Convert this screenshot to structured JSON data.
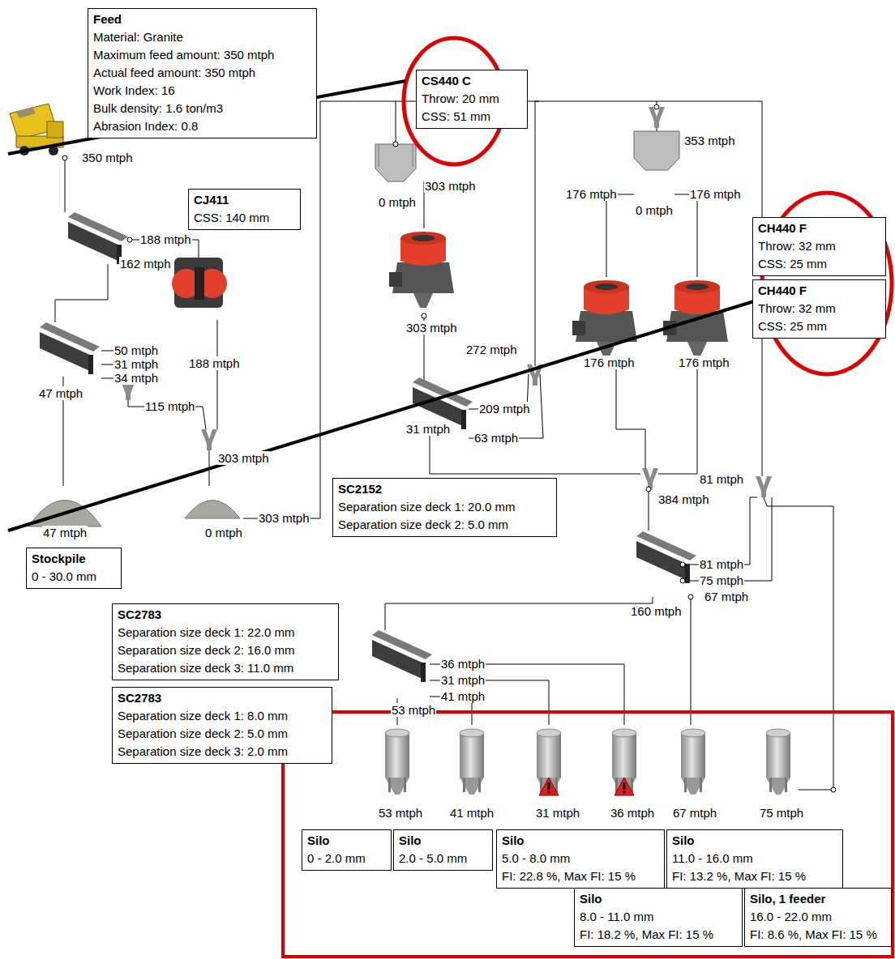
{
  "diagram": {
    "nodes": [
      {
        "text": [
          "Feed",
          "Material: Granite",
          "Maximum feed amount: 350 mtph",
          "Actual feed amount: 350 mtph",
          "Work Index: 16",
          "Bulk density: 1.6 ton/m3",
          "Abrasion Index: 0.8"
        ]
      },
      {
        "text": [
          "CJ411",
          "CSS: 140 mm"
        ]
      },
      {
        "text": [
          "CS440 C",
          "Throw: 20 mm",
          "CSS: 51 mm"
        ]
      },
      {
        "text": [
          "CH440 F",
          "Throw: 32 mm",
          "CSS: 25 mm"
        ]
      },
      {
        "text": [
          "CH440 F",
          "Throw: 32 mm",
          "CSS: 25 mm"
        ]
      },
      {
        "text": [
          "SC2152",
          "Separation size deck 1: 20.0 mm",
          "Separation size deck 2: 5.0 mm"
        ]
      },
      {
        "text": [
          "Stockpile",
          "0 - 30.0 mm"
        ]
      },
      {
        "text": [
          "SC2783",
          "Separation size deck 1: 22.0 mm",
          "Separation size deck 2: 16.0 mm",
          "Separation size deck 3: 11.0 mm"
        ]
      },
      {
        "text": [
          "SC2783",
          "Separation size deck 1: 8.0 mm",
          "Separation size deck 2: 5.0 mm",
          "Separation size deck 3: 2.0 mm"
        ]
      },
      {
        "text": [
          "Silo",
          "0 - 2.0 mm"
        ]
      },
      {
        "text": [
          "Silo",
          "2.0 - 5.0 mm"
        ]
      },
      {
        "text": [
          "Silo",
          "5.0 - 8.0 mm",
          "FI: 22.8 %, Max FI: 15 %"
        ]
      },
      {
        "text": [
          "Silo",
          "11.0 - 16.0 mm",
          "FI: 13.2 %, Max FI: 15 %"
        ]
      },
      {
        "text": [
          "Silo",
          "8.0 - 11.0 mm",
          "FI: 18.2 %, Max FI: 15 %"
        ]
      },
      {
        "text": [
          "Silo, 1 feeder",
          "16.0 - 22.0 mm",
          "FI: 8.6 %, Max FI: 15 %"
        ]
      }
    ],
    "labels": [
      "350 mtph",
      "188 mtph",
      "162 mtph",
      "50 mtph",
      "31 mtph",
      "34 mtph",
      "47 mtph",
      "188 mtph",
      "115 mtph",
      "303 mtph",
      "47 mtph",
      "0 mtph",
      "303 mtph",
      "303 mtph",
      "0 mtph",
      "303 mtph",
      "272 mtph",
      "209 mtph",
      "63 mtph",
      "31 mtph",
      "353 mtph",
      "176 mtph",
      "0 mtph",
      "176 mtph",
      "176 mtph",
      "176 mtph",
      "81 mtph",
      "384 mtph",
      "81 mtph",
      "75 mtph",
      "67 mtph",
      "160 mtph",
      "36 mtph",
      "31 mtph",
      "41 mtph",
      "53 mtph",
      "53 mtph",
      "41 mtph",
      "31 mtph",
      "36 mtph",
      "67 mtph",
      "75 mtph"
    ]
  }
}
